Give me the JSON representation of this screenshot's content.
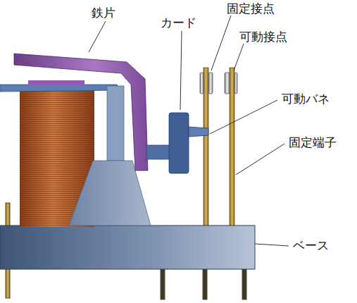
{
  "diagram": {
    "labels": [
      "鉄片",
      "カード",
      "固定接点",
      "可動接点",
      "可動バネ",
      "固定端子",
      "ベース"
    ]
  }
}
